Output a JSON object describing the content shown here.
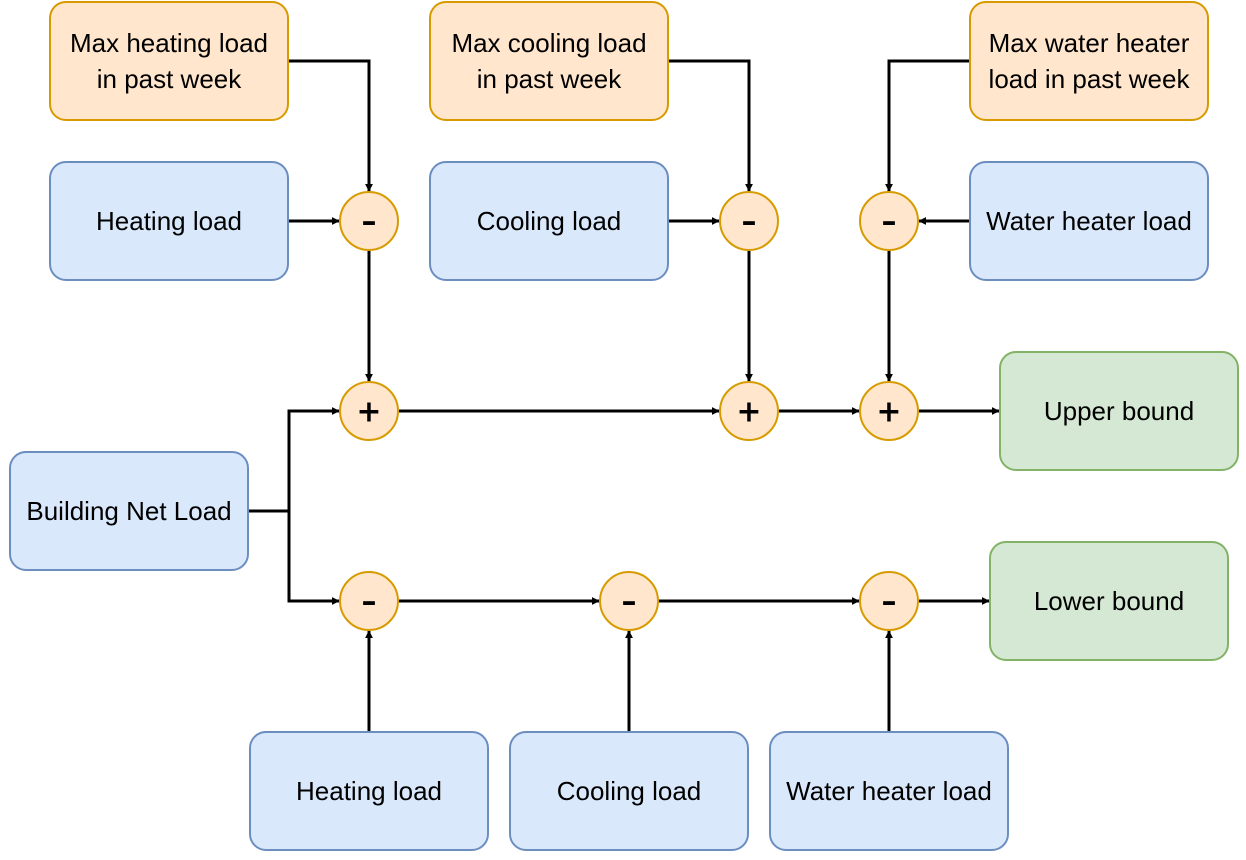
{
  "palette": {
    "orange_fill": "#ffe6cc",
    "orange_stroke": "#d79b00",
    "blue_fill": "#dae8fc",
    "blue_stroke": "#6c8ebf",
    "green_fill": "#d5e8d4",
    "green_stroke": "#82b366"
  },
  "nodes": {
    "max_heating": {
      "lines": [
        "Max heating load",
        "in past week"
      ],
      "color": "orange"
    },
    "max_cooling": {
      "lines": [
        "Max cooling load",
        "in past week"
      ],
      "color": "orange"
    },
    "max_water": {
      "lines": [
        "Max water heater",
        "load in past week"
      ],
      "color": "orange"
    },
    "heating_top": {
      "lines": [
        "Heating load"
      ],
      "color": "blue"
    },
    "cooling_top": {
      "lines": [
        "Cooling load"
      ],
      "color": "blue"
    },
    "water_top": {
      "lines": [
        "Water heater load"
      ],
      "color": "blue"
    },
    "building_net": {
      "lines": [
        "Building Net Load"
      ],
      "color": "blue"
    },
    "upper_bound": {
      "lines": [
        "Upper bound"
      ],
      "color": "green"
    },
    "lower_bound": {
      "lines": [
        "Lower bound"
      ],
      "color": "green"
    },
    "heating_bottom": {
      "lines": [
        "Heating load"
      ],
      "color": "blue"
    },
    "cooling_bottom": {
      "lines": [
        "Cooling load"
      ],
      "color": "blue"
    },
    "water_bottom": {
      "lines": [
        "Water heater load"
      ],
      "color": "blue"
    }
  },
  "operators": {
    "sub_heating_top": "–",
    "sub_cooling_top": "–",
    "sub_water_top": "–",
    "add_heating": "+",
    "add_cooling": "+",
    "add_water": "+",
    "sub_heating_bottom": "–",
    "sub_cooling_bottom": "–",
    "sub_water_bottom": "–"
  }
}
